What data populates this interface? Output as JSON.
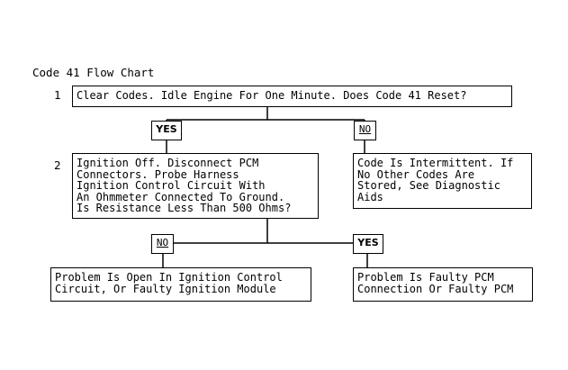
{
  "title": "Code 41 Flow Chart",
  "steps": [
    {
      "number": "1",
      "text": "Clear Codes. Idle Engine For One Minute. Does Code 41 Reset?"
    },
    {
      "number": "2",
      "text": "Ignition Off. Disconnect PCM\nConnectors. Probe Harness\nIgnition Control Circuit With\nAn Ohmmeter Connected To Ground.\nIs Resistance Less Than 500 Ohms?"
    }
  ],
  "branches": {
    "step1_yes": "YES",
    "step1_no": "NO",
    "step2_no": "NO",
    "step2_yes": "YES"
  },
  "outcomes": {
    "intermittent": "Code Is Intermittent. If\nNo Other Codes Are\nStored, See Diagnostic\nAids",
    "open_circuit": "Problem Is Open In Ignition Control\nCircuit, Or Faulty Ignition Module",
    "faulty_pcm": "Problem Is Faulty PCM\nConnection Or Faulty PCM"
  }
}
